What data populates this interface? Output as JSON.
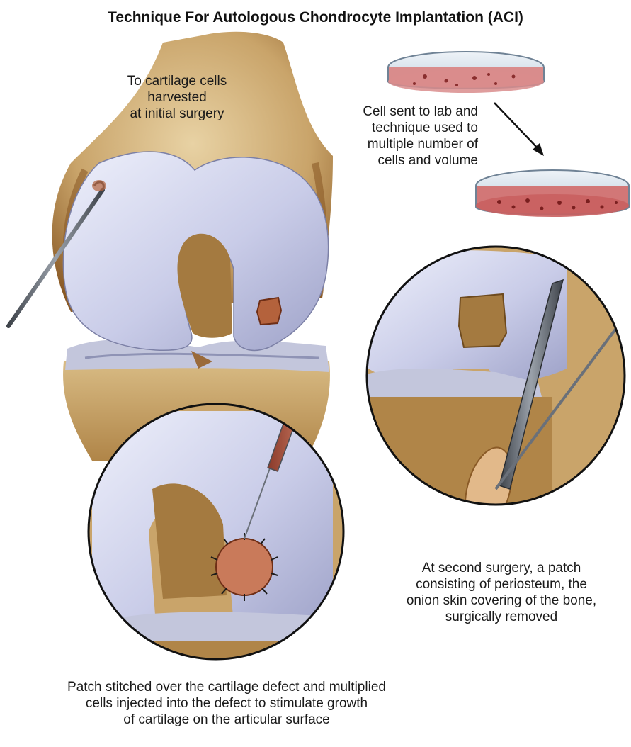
{
  "title": "Technique For Autologous Chondrocyte Implantation (ACI)",
  "captions": {
    "harvest": [
      "To cartilage cells",
      "harvested",
      "at initial surgery"
    ],
    "lab": [
      "Cell sent to lab and",
      "technique used to",
      "multiple number of",
      "cells and volume"
    ],
    "second_surgery": [
      "At second surgery, a patch",
      "consisting of periosteum, the",
      "onion skin covering of the bone,",
      "surgically removed"
    ],
    "patch": [
      "Patch stitched over the cartilage defect and multiplied",
      "cells injected into the defect to stimulate growth",
      "of cartilage on the articular surface"
    ]
  },
  "colors": {
    "cartilage": "#c9cce8",
    "bone": "#c9a46a",
    "bone_dark": "#8a5a26",
    "defect": "#b4623c",
    "cell_medium": "#d98c8c",
    "instrument": "#5a5f66"
  }
}
